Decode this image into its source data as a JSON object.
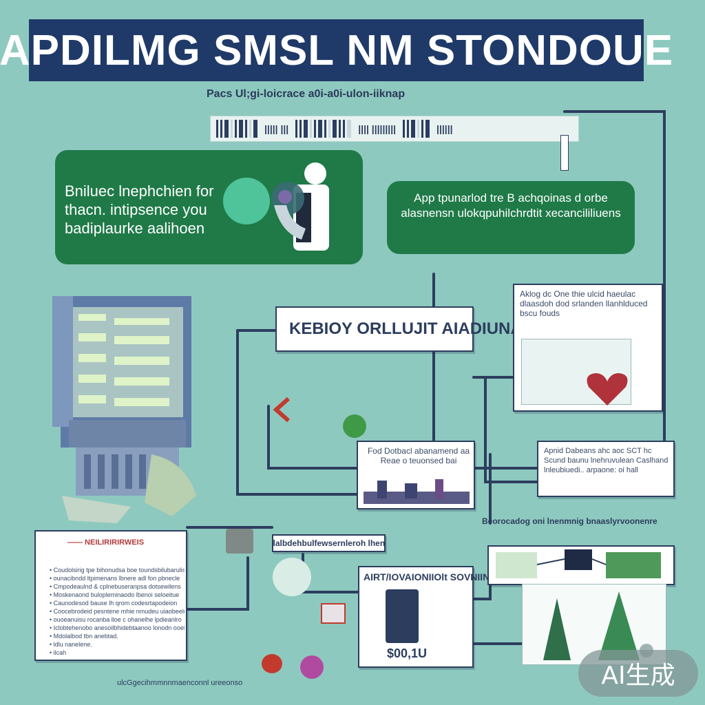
{
  "title": "APDILMG SMSL NM STONDOUE",
  "subtitle": "Pacs Ul;gi-loicrace a0i-a0i-ulon-iiknap",
  "label_strip": {
    "items": [
      "||||| |||",
      "|||| |||||||||",
      "||||||"
    ]
  },
  "left_panel": {
    "text": "Bniluec lnephchien for thacn. intipsence you badiplaurke aalihoen"
  },
  "right_panel": {
    "text": "App tpunarlod tre B achqoinas d orbe alasnensn ulokqpuhilchrdtit xecancililiuens"
  },
  "header_box": {
    "label": "KEBIOY ORLLUJIT AIADIUNAL"
  },
  "right_card_1": {
    "text": "Aklog dc One thie ulcid haeulac dlaasdoh dod srlanden llanhlduced bscu fouds"
  },
  "right_card_2": {
    "text": "Apnid Dabeans ahc aoc SCT hc Scund baunu lnehruvulean Caslhand lnleubiuedi.. arpaone: oi hall"
  },
  "mid_card_1": {
    "text": "Fod Dotbacl abanamend aa Reae o teuonsed bai"
  },
  "bar_label": "dolalbdehbulfewsernleroh lhenan",
  "phone_card": {
    "title": "AIRT/IOVAIONIIOlt SOVNIINOlRS",
    "price": "$00,1U"
  },
  "list_card": {
    "header": "—— NEILIRIRIRWEIS",
    "items": [
      "Coudolsirig tpe bihonudsa boe toundsbilubarulis",
      "ounacibndd ltpimenans lbnere adl fon pbnecle",
      "Cmpodeaulnd & cplnebuseranpsa dotsewilens",
      "Moskenaond bulopleminaodo lbenoi seloeitue",
      "Caunodesod bauxe lh qrom codesrtapodeion",
      "Coocebrodeid pesntene mhie nmudeu uiaobeeln",
      "ouoeanuisu rocanba lloe c ohanelhe lpdieanlro",
      "Iclobtehenobo anesoilbhidebtaanoo lonodn ooeli",
      "Mdolalbod tbn anebtad.",
      "ldlu nanelene.",
      "ilcah"
    ]
  },
  "board_label": "Beorocadog oni lnenmnig bnaaslyrvoonenre",
  "footer_caption": "ulcGgecihmmnnmaenconnl ureeonso",
  "badge": "AI生成",
  "colors": {
    "background": "#8ec9bf",
    "title_bar": "#1f3a68",
    "panel_green": "#1f7a48",
    "line_navy": "#2c3d5e",
    "accent_red": "#c23a2e"
  }
}
